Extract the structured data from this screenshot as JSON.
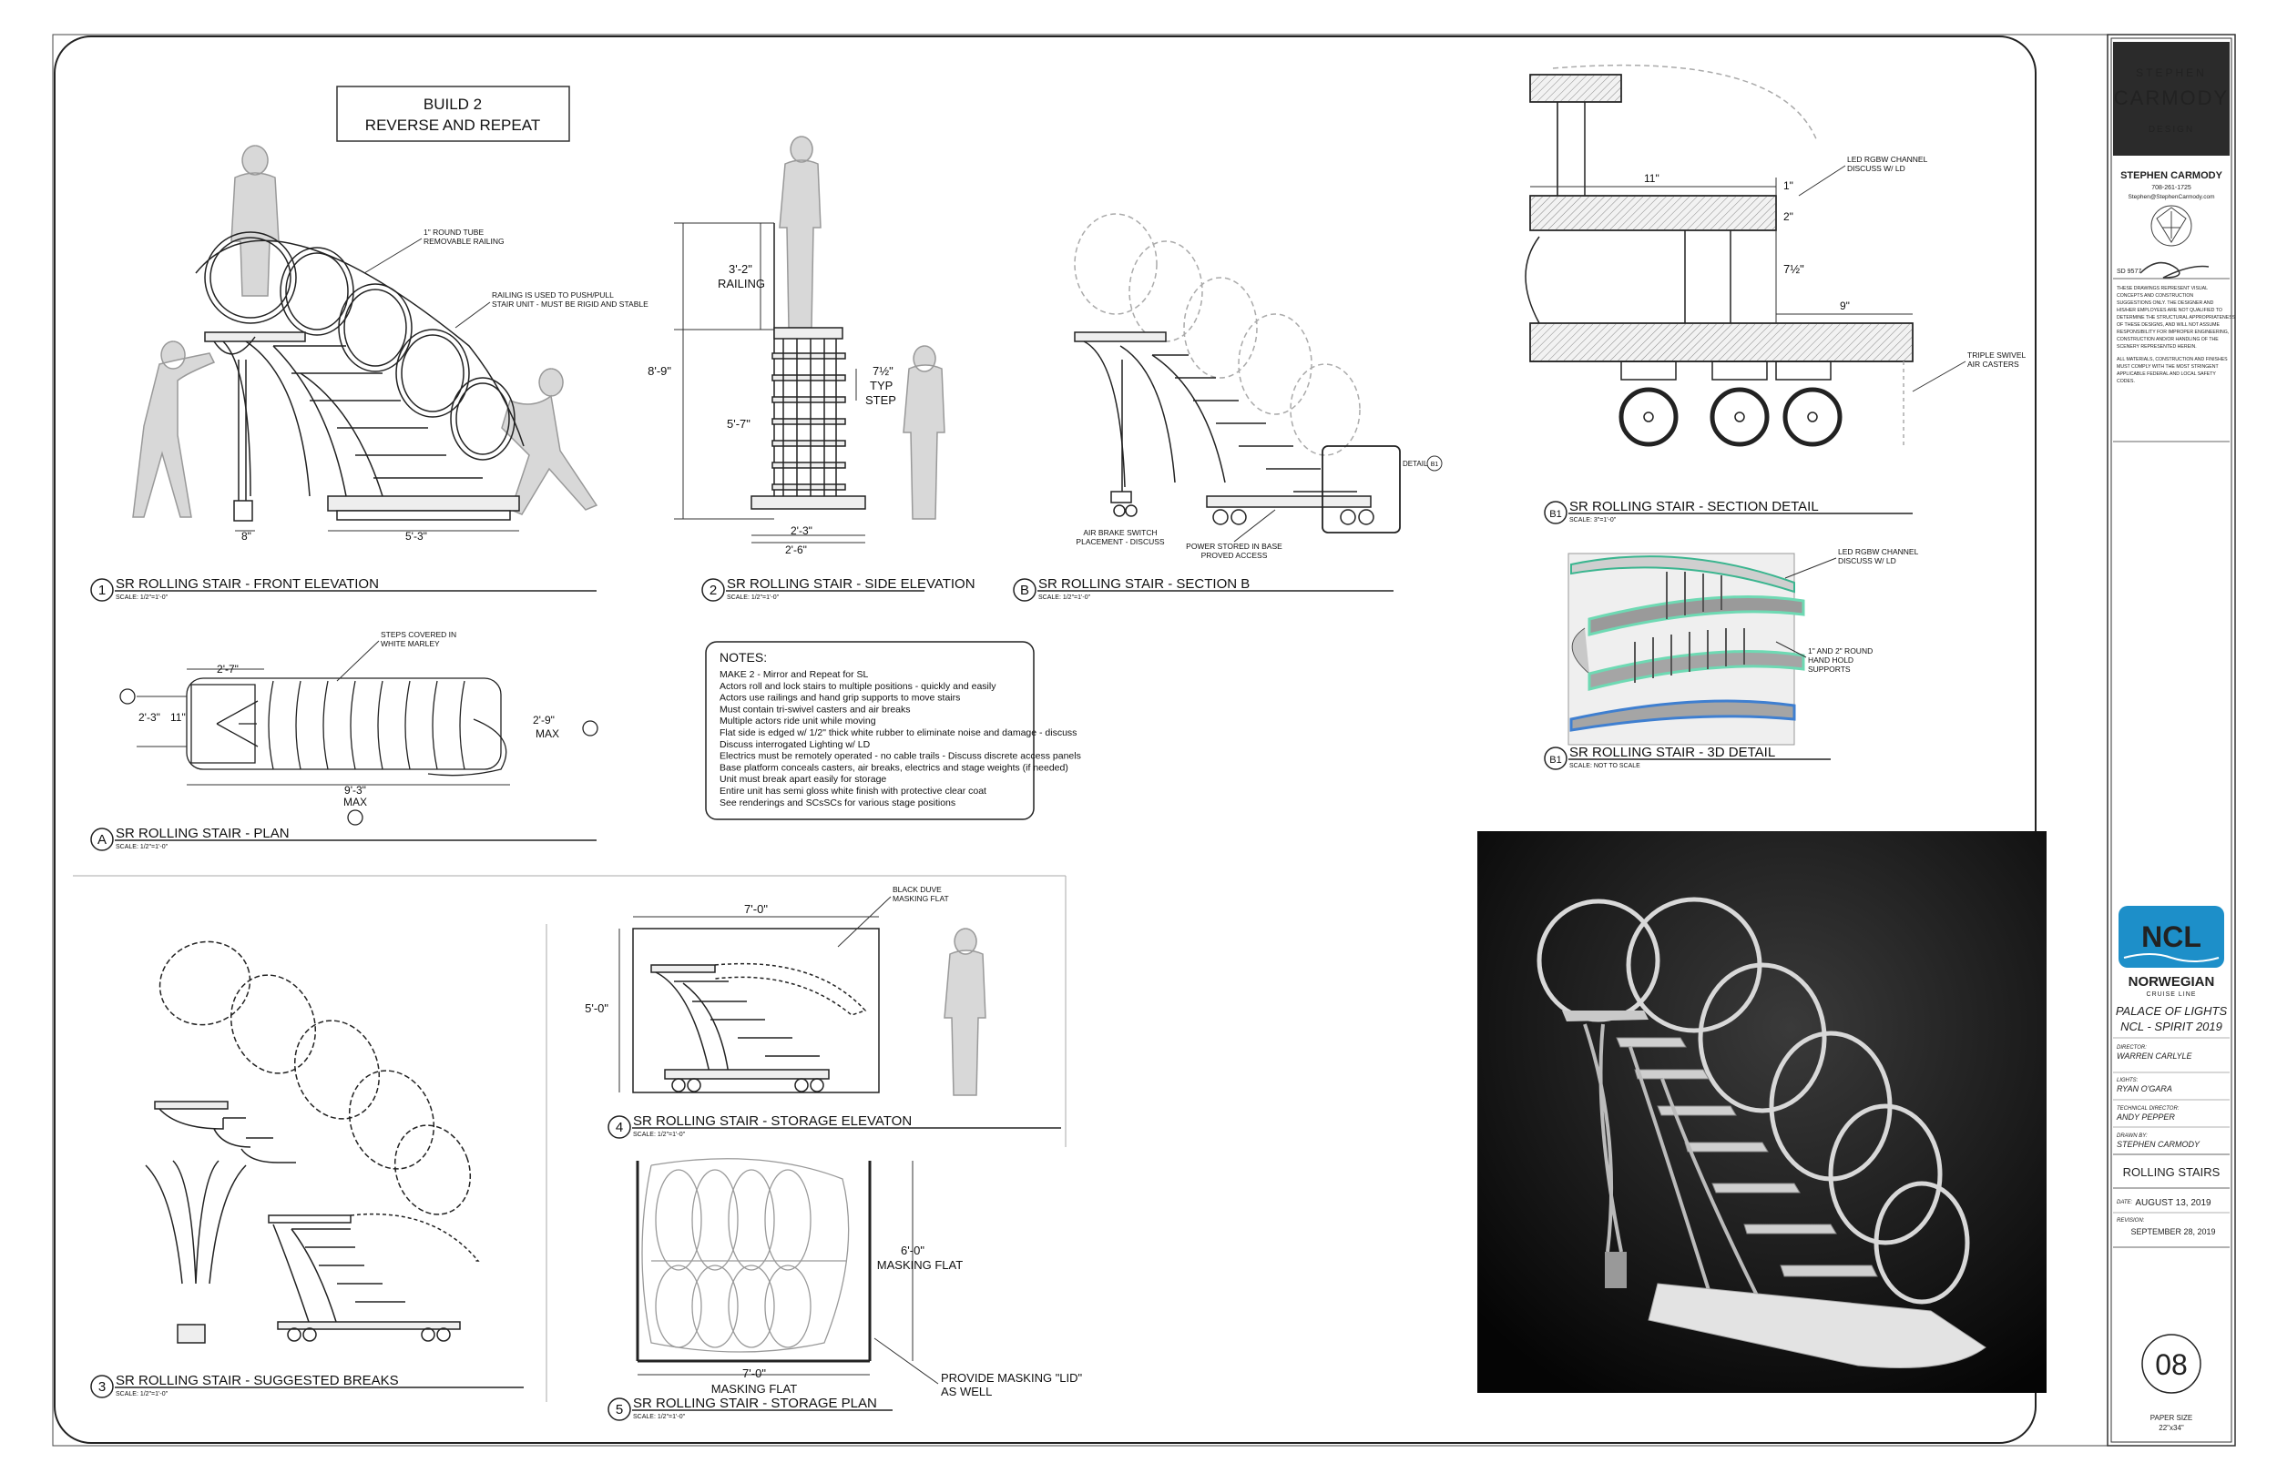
{
  "header": {
    "build_line1": "BUILD 2",
    "build_line2": "REVERSE AND REPEAT"
  },
  "views": [
    {
      "num": "1",
      "title": "SR ROLLING STAIR - FRONT ELEVATION",
      "scale": "SCALE: 1/2\"=1'-0\""
    },
    {
      "num": "2",
      "title": "SR ROLLING STAIR - SIDE ELEVATION",
      "scale": "SCALE: 1/2\"=1'-0\""
    },
    {
      "num": "B",
      "title": "SR ROLLING STAIR - SECTION B",
      "scale": "SCALE: 1/2\"=1'-0\""
    },
    {
      "num": "B1",
      "title": "SR ROLLING STAIR - SECTION DETAIL",
      "scale": "SCALE: 3\"=1'-0\""
    },
    {
      "num": "B1",
      "title": "SR ROLLING STAIR - 3D DETAIL",
      "scale": "SCALE: NOT TO SCALE"
    },
    {
      "num": "A",
      "title": "SR ROLLING STAIR - PLAN",
      "scale": "SCALE: 1/2\"=1'-0\""
    },
    {
      "num": "3",
      "title": "SR ROLLING STAIR - SUGGESTED BREAKS",
      "scale": "SCALE: 1/2\"=1'-0\""
    },
    {
      "num": "4",
      "title": "SR ROLLING STAIR - STORAGE ELEVATON",
      "scale": "SCALE: 1/2\"=1'-0\""
    },
    {
      "num": "5",
      "title": "SR ROLLING STAIR - STORAGE PLAN",
      "scale": "SCALE: 1/2\"=1'-0\""
    }
  ],
  "annotations": {
    "round_tube_1": "1\" ROUND TUBE",
    "round_tube_2": "REMOVABLE RAILING",
    "railing_1": "RAILING IS USED TO PUSH/PULL",
    "railing_2": "STAIR UNIT - MUST BE RIGID AND STABLE",
    "steps_1": "STEPS COVERED IN",
    "steps_2": "WHITE MARLEY",
    "air_brake_1": "AIR BRAKE SWITCH",
    "air_brake_2": "PLACEMENT - DISCUSS",
    "power_1": "POWER STORED IN BASE",
    "power_2": "PROVED ACCESS",
    "detail_tag": "DETAIL",
    "detail_ref": "B1",
    "led_1": "LED RGBW CHANNEL",
    "led_2": "DISCUSS W/ LD",
    "casters_1": "TRIPLE SWIVEL",
    "casters_2": "AIR CASTERS",
    "hand_hold_1": "1\" AND 2\" ROUND",
    "hand_hold_2": "HAND HOLD",
    "hand_hold_3": "SUPPORTS",
    "duvetyne_1": "BLACK DUVE",
    "duvetyne_2": "MASKING FLAT",
    "lid_1": "PROVIDE MASKING \"LID\"",
    "lid_2": "AS WELL",
    "typ_step": "TYP",
    "step_word": "STEP",
    "railing_word": "RAILING",
    "max_word": "MAX",
    "masking_flat": "MASKING FLAT"
  },
  "dimensions": {
    "d_8": "8\"",
    "d_5_3": "5'-3\"",
    "d_3_2": "3'-2\"",
    "d_8_9": "8'-9\"",
    "d_5_7": "5'-7\"",
    "d_7_half": "7½\"",
    "d_2_3": "2'-3\"",
    "d_2_6": "2'-6\"",
    "d_2_7": "2'-7\"",
    "d_2_3b": "2'-3\"",
    "d_11": "11\"",
    "d_2_9": "2'-9\"",
    "d_9_3": "9'-3\"",
    "d_11b": "11\"",
    "d_1": "1\"",
    "d_2": "2\"",
    "d_7_half_b": "7½\"",
    "d_9": "9\"",
    "d_7_0a": "7'-0\"",
    "d_5_0": "5'-0\"",
    "d_7_0b": "7'-0\"",
    "d_6_0": "6'-0\""
  },
  "notes": {
    "heading": "NOTES:",
    "items": [
      "MAKE 2 - Mirror and Repeat for SL",
      "Actors roll and lock stairs to multiple positions - quickly and easily",
      "Actors use railings and hand grip supports to move stairs",
      "Must contain tri-swivel casters and air breaks",
      "Multiple actors ride unit while moving",
      "Flat side is edged w/ 1/2\" thick white rubber to eliminate noise and damage - discuss",
      "Discuss interrogated Lighting w/ LD",
      "Electrics must be remotely operated - no cable trails - Discuss discrete access panels",
      "Base platform conceals casters, air breaks, electrics and stage weights (if needed)",
      "Unit  must break apart easily for storage",
      "Entire unit has semi gloss white finish with protective clear coat",
      "See renderings and SCsSCs for various stage positions"
    ]
  },
  "title_block": {
    "logo_line1": "STEPHEN",
    "logo_line2": "CARMODY",
    "logo_line3": "DESIGN",
    "designer": "STEPHEN CARMODY",
    "phone": "708-261-1725",
    "email": "Stephen@StephenCarmody.com",
    "union": "SD 9577",
    "disclaimer_1": [
      "THESE DRAWINGS REPRESENT VISUAL",
      "CONCEPTS AND CONSTRUCTION",
      "SUGGESTIONS ONLY. THE DESIGNER AND",
      "HIS/HER EMPLOYEES ARE NOT QUALIFIED TO",
      "DETERMINE THE STRUCTURAL APPROPRIATENESS",
      "OF THESE DESIGNS, AND WILL NOT ASSUME",
      "RESPONSIBILITY FOR IMPROPER ENGINEERING,",
      "CONSTRUCTION AND/OR HANDLING OF THE",
      "SCENERY REPRESENTED HEREIN."
    ],
    "disclaimer_2": [
      "ALL MATERIALS, CONSTRUCTION AND FINISHES",
      "MUST COMPLY WITH THE MOST STRINGENT",
      "APPLICABLE FEDERAL AND LOCAL SAFETY",
      "CODES."
    ],
    "client_logo": "NCL",
    "client_name": "NORWEGIAN",
    "client_sub": "CRUISE LINE",
    "show_line1": "PALACE OF LIGHTS",
    "show_line2": "NCL - SPIRIT 2019",
    "director_label": "DIRECTOR:",
    "director": "WARREN CARLYLE",
    "lights_label": "LIGHTS:",
    "lights": "RYAN O'GARA",
    "td_label": "TECHNICAL DIRECTOR:",
    "td": "ANDY PEPPER",
    "drawn_label": "DRAWN BY:",
    "drawn": "STEPHEN CARMODY",
    "drawing_title": "ROLLING STAIRS",
    "date_label": "DATE:",
    "date": "AUGUST 13, 2019",
    "revision_label": "REVISION:",
    "revision": "SEPTEMBER 28, 2019",
    "sheet_number": "08",
    "paper_label": "PAPER SIZE",
    "paper_size": "22\"x34\""
  },
  "colors": {
    "ncl_blue": "#1d8fc9",
    "ncl_navy": "#173a64",
    "led_green": "#6ed9b3",
    "led_blue": "#3f7fd0",
    "render_bg": "#111111",
    "logo_bg": "#2b2b2b"
  }
}
